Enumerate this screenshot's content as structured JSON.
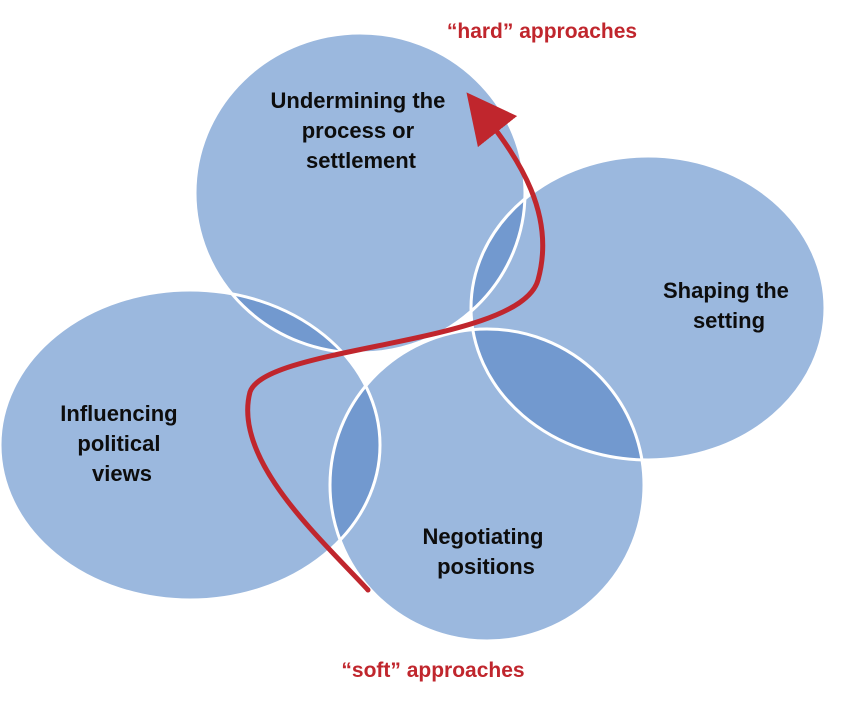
{
  "diagram": {
    "colors": {
      "circle_fill": "#9bb8de",
      "overlap_fill": "#7299cf",
      "circle_stroke": "#ffffff",
      "curve": "#c0262d",
      "label_text": "#0d0d0d",
      "approach_text": "#c0262d"
    },
    "labels": {
      "hard_approaches": "“hard” approaches",
      "soft_approaches": "“soft” approaches"
    },
    "circles": {
      "undermining": {
        "lines": [
          "Undermining the",
          "process or",
          "settlement"
        ]
      },
      "shaping": {
        "lines": [
          "Shaping the",
          "setting"
        ]
      },
      "influencing": {
        "lines": [
          "Influencing",
          "political",
          "views"
        ]
      },
      "negotiating": {
        "lines": [
          "Negotiating",
          "positions"
        ]
      }
    },
    "curve_direction": "soft-to-hard"
  }
}
